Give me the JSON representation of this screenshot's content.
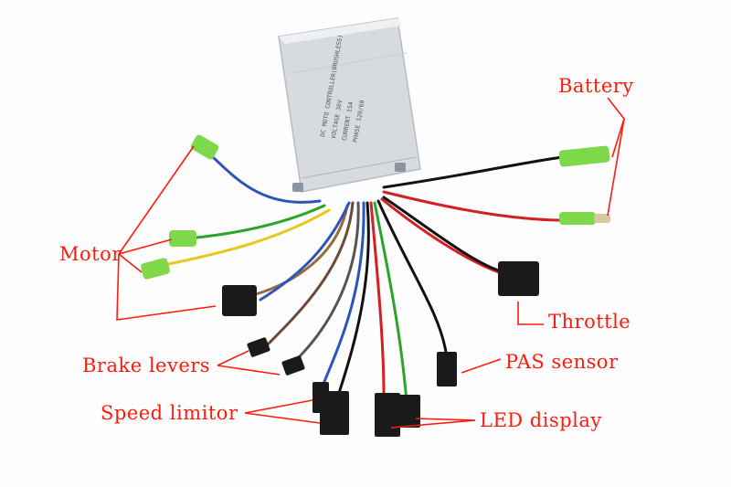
{
  "labels": {
    "battery": "Battery",
    "motor": "Motor",
    "throttle": "Throttle",
    "brake_levers": "Brake levers",
    "pas_sensor": "PAS sensor",
    "speed_limitor": "Speed limitor",
    "led_display": "LED display"
  },
  "controller_text": [
    "DC MOTO CONTROLLER(BRUSHLESS)",
    "VOLTAGE 36V",
    "CURRENT 15A",
    "PHASE 120/60"
  ],
  "colors": {
    "annotation": "#ff1a0d",
    "controller_body": "#d9dde2",
    "motor_connector": "#7dd84a",
    "connector_black": "#1a1a1a"
  }
}
